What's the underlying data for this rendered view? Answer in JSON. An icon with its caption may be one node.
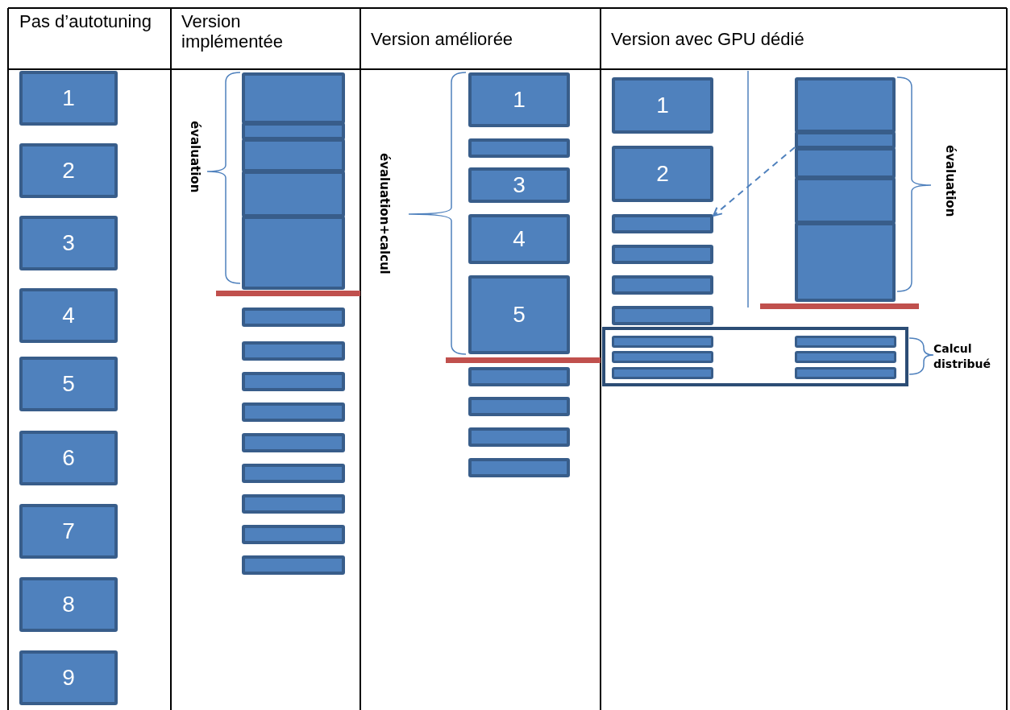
{
  "diagram": {
    "nodes": [
      {
        "text": [
          "1"
        ]
      },
      {
        "text": [
          "2"
        ]
      },
      {
        "text": [
          "3"
        ]
      },
      {
        "text": [
          "4"
        ]
      },
      {
        "text": [
          "5"
        ]
      },
      {
        "text": [
          "6"
        ]
      },
      {
        "text": [
          "7"
        ]
      },
      {
        "text": [
          "8"
        ]
      },
      {
        "text": [
          "9"
        ]
      },
      {
        "text": [],
        "shape": "box"
      },
      {
        "text": [],
        "shape": "box"
      },
      {
        "text": [],
        "shape": "box"
      },
      {
        "text": [],
        "shape": "box"
      },
      {
        "text": [],
        "shape": "box"
      },
      {
        "text": [],
        "shape": "bar"
      },
      {
        "text": [],
        "shape": "bar"
      },
      {
        "text": [],
        "shape": "bar"
      },
      {
        "text": [],
        "shape": "bar"
      },
      {
        "text": [],
        "shape": "bar"
      },
      {
        "text": [],
        "shape": "bar"
      },
      {
        "text": [],
        "shape": "bar"
      },
      {
        "text": [],
        "shape": "bar"
      },
      {
        "text": [],
        "shape": "bar"
      },
      {
        "text": [
          "1"
        ]
      },
      {
        "text": [],
        "shape": "bar"
      },
      {
        "text": [
          "3"
        ]
      },
      {
        "text": [
          "4"
        ]
      },
      {
        "text": [
          "5"
        ]
      },
      {
        "text": [],
        "shape": "bar"
      },
      {
        "text": [],
        "shape": "bar"
      },
      {
        "text": [],
        "shape": "bar"
      },
      {
        "text": [],
        "shape": "bar"
      },
      {
        "text": [
          "1"
        ]
      },
      {
        "text": [
          "2"
        ]
      },
      {
        "text": [],
        "shape": "bar"
      },
      {
        "text": [],
        "shape": "bar"
      },
      {
        "text": [],
        "shape": "bar"
      },
      {
        "text": [],
        "shape": "bar"
      },
      {
        "text": [],
        "shape": "box"
      },
      {
        "text": [],
        "shape": "box"
      },
      {
        "text": [],
        "shape": "box"
      },
      {
        "text": [],
        "shape": "box"
      },
      {
        "text": [],
        "shape": "box"
      },
      {
        "text": [],
        "shape": "box"
      },
      {
        "text": [],
        "shape": "bar",
        "in": 43
      },
      {
        "text": [],
        "shape": "bar",
        "in": 43
      },
      {
        "text": [],
        "shape": "bar",
        "in": 43
      },
      {
        "text": [],
        "shape": "bar",
        "in": 43
      },
      {
        "text": [],
        "shape": "bar",
        "in": 43
      },
      {
        "text": [],
        "shape": "bar",
        "in": 43
      }
    ],
    "edges": [
      {
        "from": 39,
        "to": 34,
        "arrow": "to",
        "style": "dashed"
      }
    ],
    "labels": [
      "Pas d’autotuning",
      "Version implémentée",
      "Version améliorée",
      "Version avec GPU dédié",
      "évaluation",
      "évaluation+calcul",
      "évaluation",
      "Calcul distribué"
    ]
  }
}
